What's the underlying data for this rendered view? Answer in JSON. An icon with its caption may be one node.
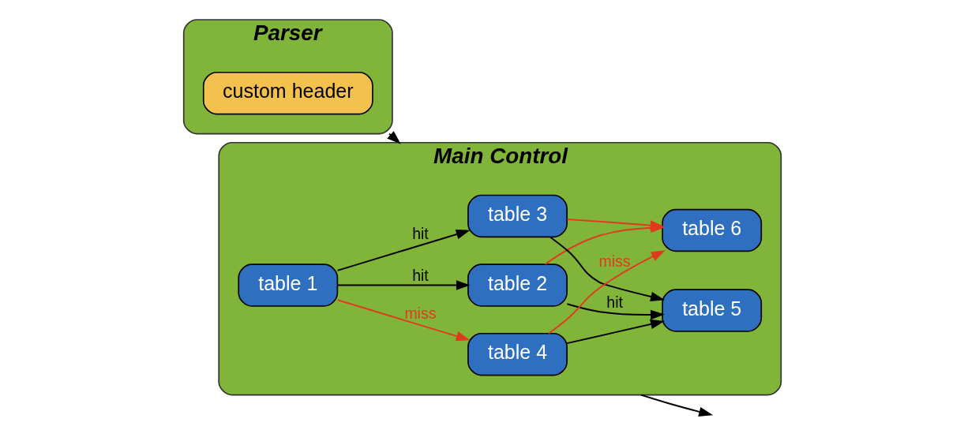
{
  "diagram": {
    "nodes": [
      {
        "text": [
          "Parser"
        ]
      },
      {
        "text": [
          "custom header"
        ],
        "in": 0
      },
      {
        "text": [
          "Main Control"
        ]
      },
      {
        "text": [
          "table 1"
        ],
        "in": 2
      },
      {
        "text": [
          "table 2"
        ],
        "in": 2
      },
      {
        "text": [
          "table 3"
        ],
        "in": 2
      },
      {
        "text": [
          "table 4"
        ],
        "in": 2
      },
      {
        "text": [
          "table 5"
        ],
        "in": 2
      },
      {
        "text": [
          "table 6"
        ],
        "in": 2
      }
    ],
    "edges": [
      {
        "from": 0,
        "to": 2,
        "arrow": "to"
      },
      {
        "from": 2,
        "to": null,
        "arrow": "to"
      },
      {
        "from": 3,
        "to": 4,
        "arrow": "to",
        "label": "hit"
      },
      {
        "from": 3,
        "to": 5,
        "arrow": "to",
        "label": "hit"
      },
      {
        "from": 3,
        "to": 6,
        "arrow": "to",
        "label": "miss",
        "color": "#e03a1e"
      },
      {
        "from": 4,
        "to": 7,
        "arrow": "to",
        "label": "hit"
      },
      {
        "from": 4,
        "to": 8,
        "arrow": "to",
        "color": "#e03a1e"
      },
      {
        "from": 5,
        "to": 7,
        "arrow": "to"
      },
      {
        "from": 5,
        "to": 8,
        "arrow": "to",
        "color": "#e03a1e"
      },
      {
        "from": 6,
        "to": 7,
        "arrow": "to"
      },
      {
        "from": 6,
        "to": 8,
        "arrow": "to",
        "label": "miss",
        "color": "#e03a1e"
      }
    ]
  }
}
